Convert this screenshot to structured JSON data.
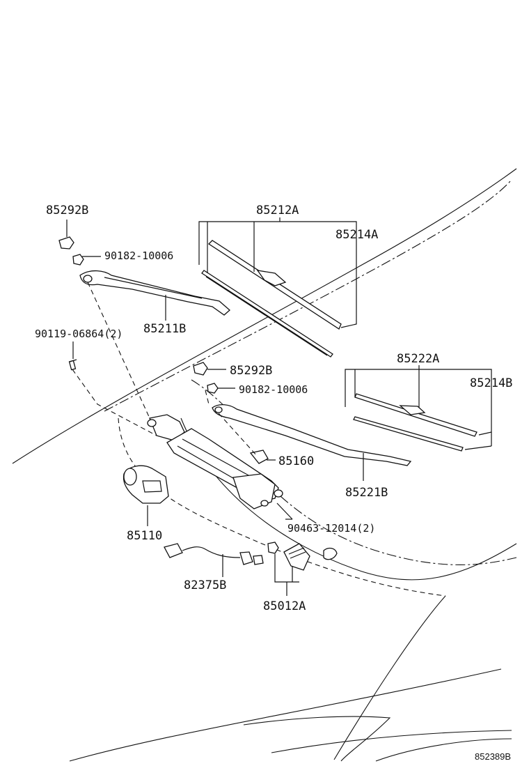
{
  "labels": {
    "cap_1": "85292B",
    "nut_1": "90182-10006",
    "blade_assy_1": "85212A",
    "blade_refill_1": "85214A",
    "arm_1": "85211B",
    "bolt": "90119-06864(2)",
    "cap_2": "85292B",
    "nut_2": "90182-10006",
    "blade_assy_2": "85222A",
    "blade_refill_2": "85214B",
    "link_assy": "85160",
    "arm_2": "85221B",
    "motor": "85110",
    "clip": "90463-12014(2)",
    "wire": "82375B",
    "connector": "85012A"
  },
  "diagram_ref": "852389B"
}
